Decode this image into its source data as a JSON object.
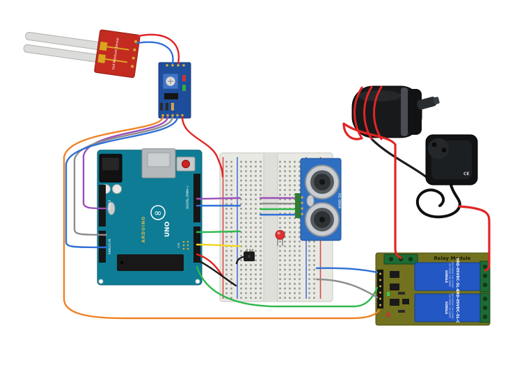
{
  "scene": {
    "background": "#ffffff",
    "description": "Wiring diagram: soil moisture sensor with comparator module, Arduino UNO, breadboard with HC-SR04 ultrasonic sensor, LED and transistor, water pump, power adapter, 2-channel relay module"
  },
  "components": {
    "soil_sensor": {
      "label": "Soil Moisture Sensor"
    },
    "arduino": {
      "brand": "ARDUINO",
      "model": "UNO",
      "logo_glyph": "∞",
      "pin_group_labels": {
        "digital": "DIGITAL (PWM~)",
        "power": "POWER",
        "analog": "ANALOG IN",
        "icsp": "ICSP"
      }
    },
    "ultrasonic_sensor": {
      "label": "HC-SR04"
    },
    "power_adapter": {
      "mark": "CE"
    },
    "relay_module": {
      "title": "Relay Module",
      "relays": [
        {
          "label": "SRD-05VDC-SL-C",
          "rating_line1": "10A 250VAC  10A 125VAC",
          "rating_line2": "10A 30VDC  10A 28VDC",
          "brand": "SONGLE"
        },
        {
          "label": "SRD-05VDC-SL-C",
          "rating_line1": "10A 250VAC  10A 125VAC",
          "rating_line2": "10A 30VDC  10A 28VDC",
          "brand": "SONGLE"
        }
      ]
    }
  },
  "wire_colors": {
    "red": "#e02424",
    "blue": "#2f6fd6",
    "green": "#2eb84d",
    "yellow": "#f2d71f",
    "orange": "#f08222",
    "purple": "#9a4fb8",
    "gray": "#8d8d8d",
    "black": "#1b1b1b"
  },
  "board_colors": {
    "arduino": "#0e7c95",
    "breadboard": "#e9e9e4",
    "sensor_module": "#1e4e9b",
    "ultrasonic": "#2f6fc1",
    "relay_board": "#71711f",
    "relay": "#2257c4",
    "terminal": "#1e6b33",
    "probe_pcb": "#c42b20"
  }
}
